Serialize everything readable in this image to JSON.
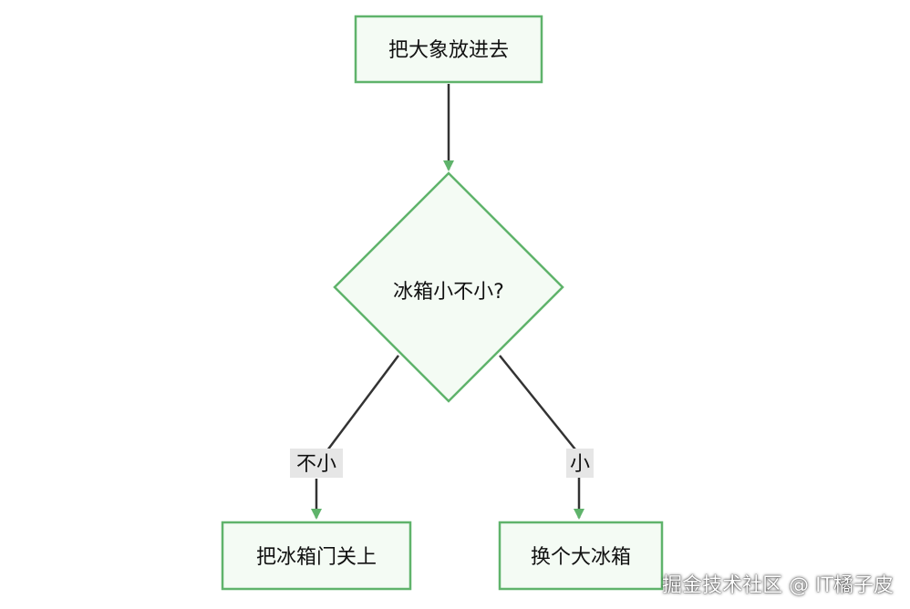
{
  "colors": {
    "node_fill": "#f4fbf4",
    "node_stroke": "#5fb36b",
    "edge_stroke": "#333333",
    "arrow_fill": "#5fb36b",
    "edge_label_bg": "#e6e6e6"
  },
  "nodes": {
    "start": {
      "label": "把大象放进去"
    },
    "decision": {
      "label": "冰箱小不小?"
    },
    "close_door": {
      "label": "把冰箱门关上"
    },
    "swap_fridge": {
      "label": "换个大冰箱"
    }
  },
  "edges": {
    "not_small": {
      "label": "不小"
    },
    "small": {
      "label": "小"
    }
  },
  "watermark": {
    "text": "掘金技术社区 @ IT橘子皮"
  }
}
